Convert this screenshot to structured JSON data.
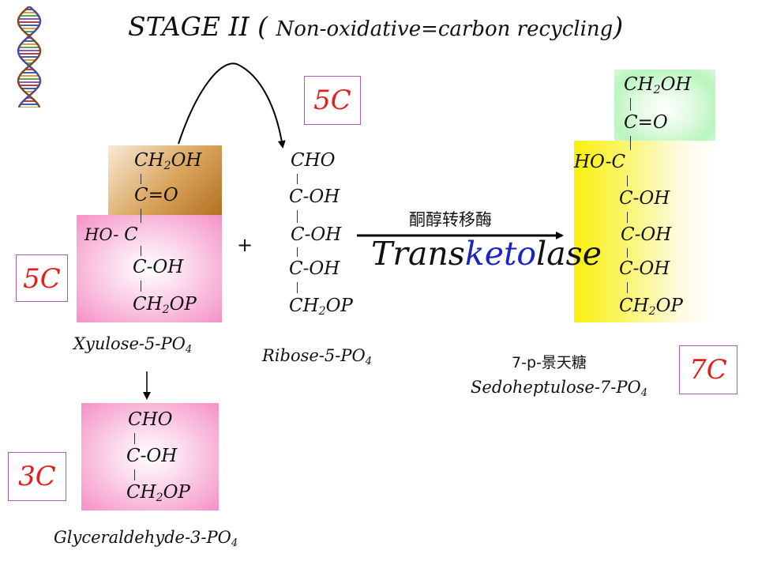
{
  "title": {
    "main": "STAGE II",
    "open": "(",
    "sub": "Non-oxidative=carbon recycling",
    "close": ")"
  },
  "xylulose": {
    "atoms": [
      "CH",
      "2",
      "OH",
      "C=O",
      "HO- ",
      "C",
      "C-OH",
      "CH",
      "2",
      "OP"
    ],
    "name": "Xyulose-5-PO",
    "name_sub": "4",
    "carbon_count": "5C"
  },
  "ribose": {
    "atoms": [
      "CHO",
      "C-OH",
      "C-OH",
      "C-OH",
      "CH",
      "2",
      "OP"
    ],
    "name": "Ribose-5-PO",
    "name_sub": "4",
    "carbon_count": "5C"
  },
  "glyceraldehyde": {
    "atoms": [
      "CHO",
      "C-OH",
      "CH",
      "2",
      "OP"
    ],
    "name": "Glyceraldehyde-3-PO",
    "name_sub": "4",
    "carbon_count": "3C"
  },
  "sedoheptulose": {
    "atoms": [
      "CH",
      "2",
      "OH",
      "C=O",
      "HO-C",
      "C-OH",
      "C-OH",
      "C-OH",
      "CH",
      "2",
      "OP"
    ],
    "chinese_name": "7-p-景天糖",
    "name": "Sedoheptulose-7-PO",
    "name_sub": "4",
    "carbon_count": "7C"
  },
  "reaction": {
    "plus": "+",
    "enzyme_chinese": "酮醇转移酶",
    "enzyme_parts": [
      "Trans",
      "keto",
      "lase"
    ]
  },
  "colors": {
    "carbon_count": "#e0201c",
    "enzyme_highlight": "#1a22c8",
    "box_border": "#b05cae"
  }
}
